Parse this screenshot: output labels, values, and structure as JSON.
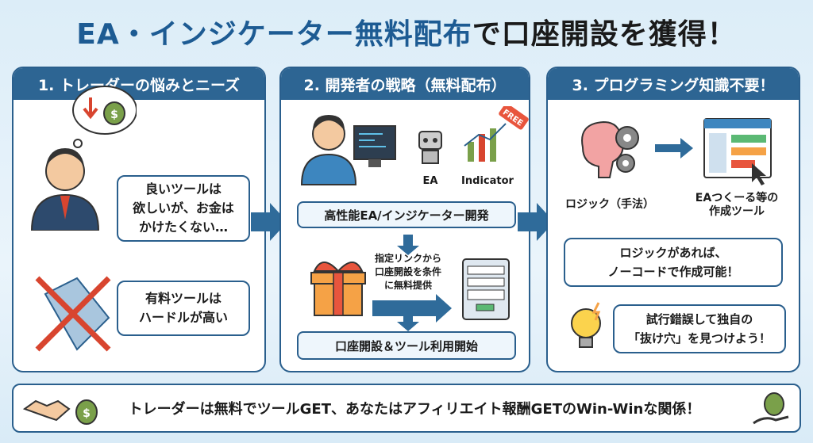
{
  "title": {
    "highlight": "EA・インジケーター無料配布",
    "rest": "で口座開設を獲得！"
  },
  "panels": [
    {
      "header": "1. トレーダーの悩みとニーズ",
      "bubble1": "良いツールは\n欲しいが、お金は\nかけたくない…",
      "bubble2": "有料ツールは\nハードルが高い",
      "tag_text": "$"
    },
    {
      "header": "2. 開発者の戦略（無料配布）",
      "ea_label": "EA",
      "indicator_label": "Indicator",
      "free_tag": "FREE",
      "step1": "高性能EA/インジケーター開発",
      "condition": "指定リンクから\n口座開設を条件\nに無料提供",
      "step2": "口座開設＆ツール利用開始"
    },
    {
      "header": "3. プログラミング知識不要！",
      "logic_label": "ロジック（手法）",
      "tool_label": "EAつくーる等の\n作成ツール",
      "bubble1": "ロジックがあれば、\nノーコードで作成可能！",
      "bubble2": "試行錯誤して独自の\n「抜け穴」を見つけよう！"
    }
  ],
  "bottom": {
    "text": "トレーダーは無料でツールGET、あなたはアフィリエイト報酬GETのWin-Winな関係！",
    "money_symbol": "$"
  },
  "colors": {
    "primary": "#2d6593",
    "title_blue": "#1d5b93"
  }
}
